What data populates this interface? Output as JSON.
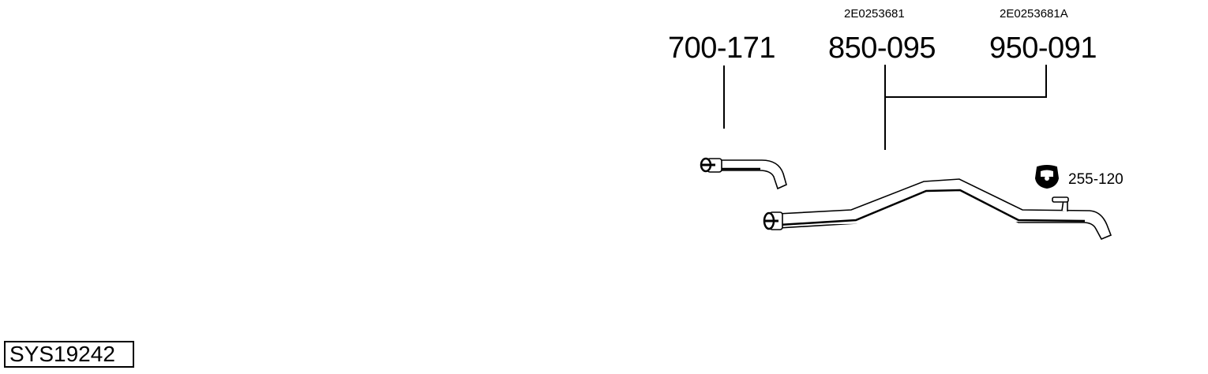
{
  "diagram": {
    "system_id": "SYS19242",
    "parts": [
      {
        "number": "700-171",
        "oe_code": ""
      },
      {
        "number": "850-095",
        "oe_code": "2E0253681"
      },
      {
        "number": "950-091",
        "oe_code": "2E0253681A"
      }
    ],
    "accessories": [
      {
        "number": "255-120",
        "icon": "rubber-mount-icon"
      }
    ],
    "colors": {
      "line": "#000000",
      "background": "#ffffff"
    }
  }
}
